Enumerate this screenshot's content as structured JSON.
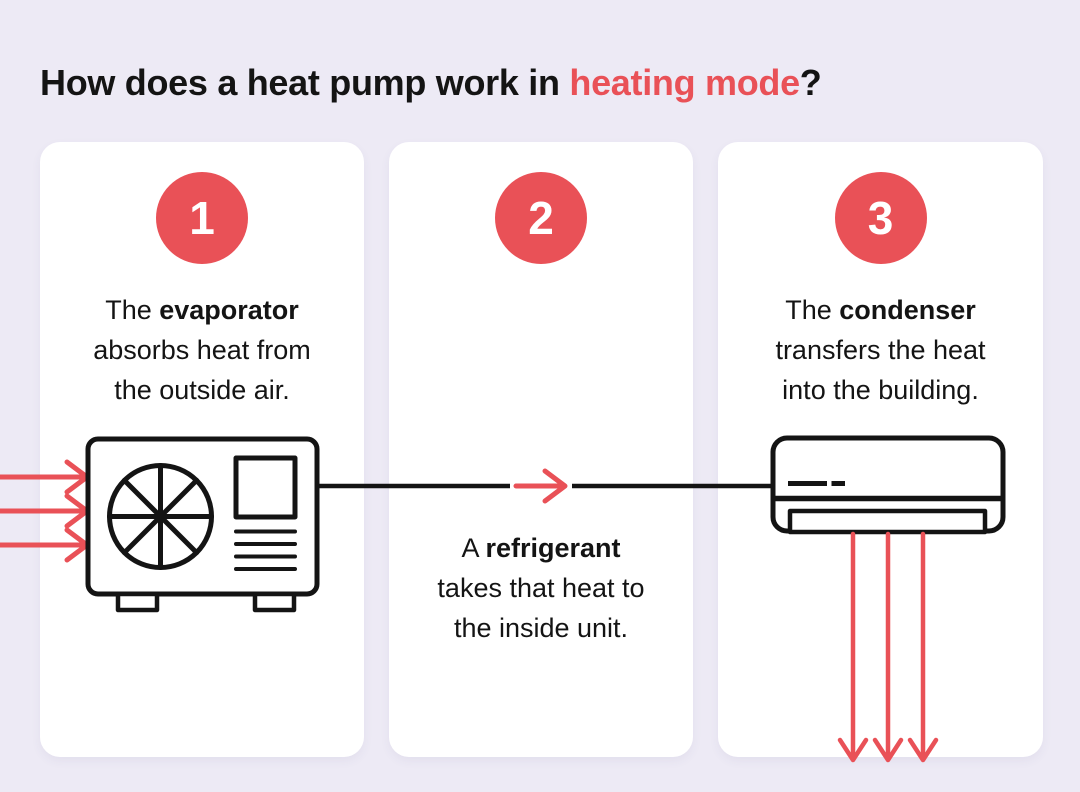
{
  "title": {
    "prefix": "How does a heat pump work in ",
    "highlight": "heating mode",
    "suffix": "?"
  },
  "steps": [
    {
      "number": "1",
      "line1_prefix": "The ",
      "keyword": "evaporator",
      "line2": "absorbs heat from",
      "line3": "the outside air."
    },
    {
      "number": "2",
      "line1_prefix": "A ",
      "keyword": "refrigerant",
      "line2": "takes that heat to",
      "line3": "the inside unit."
    },
    {
      "number": "3",
      "line1_prefix": "The ",
      "keyword": "condenser",
      "line2": "transfers the heat",
      "line3": "into the building."
    }
  ],
  "icons": {
    "outdoor_unit": "outdoor-unit-icon",
    "indoor_unit": "indoor-unit-icon",
    "outside_air_flow": "outside-air-arrows-icon",
    "refrigerant_flow": "refrigerant-arrow-icon",
    "heat_output_flow": "heat-output-arrows-icon"
  },
  "colors": {
    "background": "#EDEAF5",
    "card": "#FFFFFF",
    "accent": "#E95157",
    "ink": "#141414"
  }
}
